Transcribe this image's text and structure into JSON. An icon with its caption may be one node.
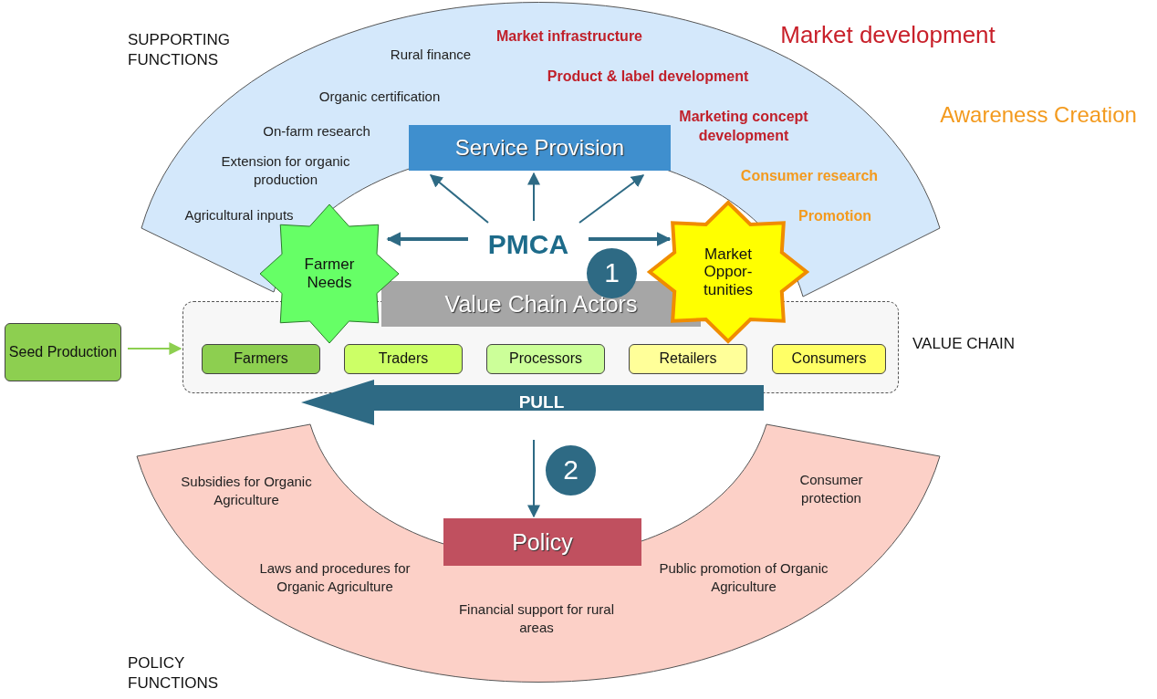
{
  "diagram": {
    "nodes": [
      {
        "text": [
          "Service Provision"
        ]
      },
      {
        "text": [
          "PMCA"
        ]
      },
      {
        "text": [
          "Farmer Needs"
        ]
      },
      {
        "text": [
          "Market Oppor- tunities"
        ]
      },
      {
        "text": [],
        "shape": "box",
        "beside": [
          "VALUE CHAIN"
        ]
      },
      {
        "text": [
          "Value Chain Actors"
        ]
      },
      {
        "text": [
          "Farmers"
        ],
        "in": 4
      },
      {
        "text": [
          "Traders"
        ],
        "in": 4
      },
      {
        "text": [
          "Processors"
        ],
        "in": 4
      },
      {
        "text": [
          "Retailers"
        ],
        "in": 4
      },
      {
        "text": [
          "Consumers"
        ],
        "in": 4
      },
      {
        "text": [
          "Seed Production"
        ]
      },
      {
        "text": [
          "PULL"
        ]
      },
      {
        "text": [
          "1"
        ]
      },
      {
        "text": [
          "2"
        ]
      },
      {
        "text": [
          "Policy"
        ]
      }
    ],
    "edges": [
      {
        "from": 1,
        "to": 0,
        "arrow": "to"
      },
      {
        "from": 1,
        "to": 0,
        "arrow": "to"
      },
      {
        "from": 1,
        "to": 0,
        "arrow": "to"
      },
      {
        "from": 1,
        "to": 2,
        "arrow": "to",
        "style": "thick"
      },
      {
        "from": 1,
        "to": 3,
        "arrow": "to",
        "style": "thick"
      },
      {
        "from": 11,
        "to": 4,
        "arrow": "to",
        "color": "#8dcf50"
      },
      {
        "from": null,
        "to": 15,
        "arrow": "to"
      }
    ],
    "labels": [
      "SUPPORTING FUNCTIONS",
      "Rural finance",
      "Organic certification",
      "On-farm research",
      "Extension for organic production",
      "Agricultural inputs",
      "Market infrastructure",
      "Product & label development",
      "Marketing concept development",
      "Consumer research",
      "Promotion",
      "Market development",
      "Awareness Creation",
      "Subsidies for Organic Agriculture",
      "Consumer protection",
      "Laws and procedures for Organic Agriculture",
      "Public promotion of Organic Agriculture",
      "Financial support for rural areas",
      "POLICY FUNCTIONS"
    ]
  }
}
